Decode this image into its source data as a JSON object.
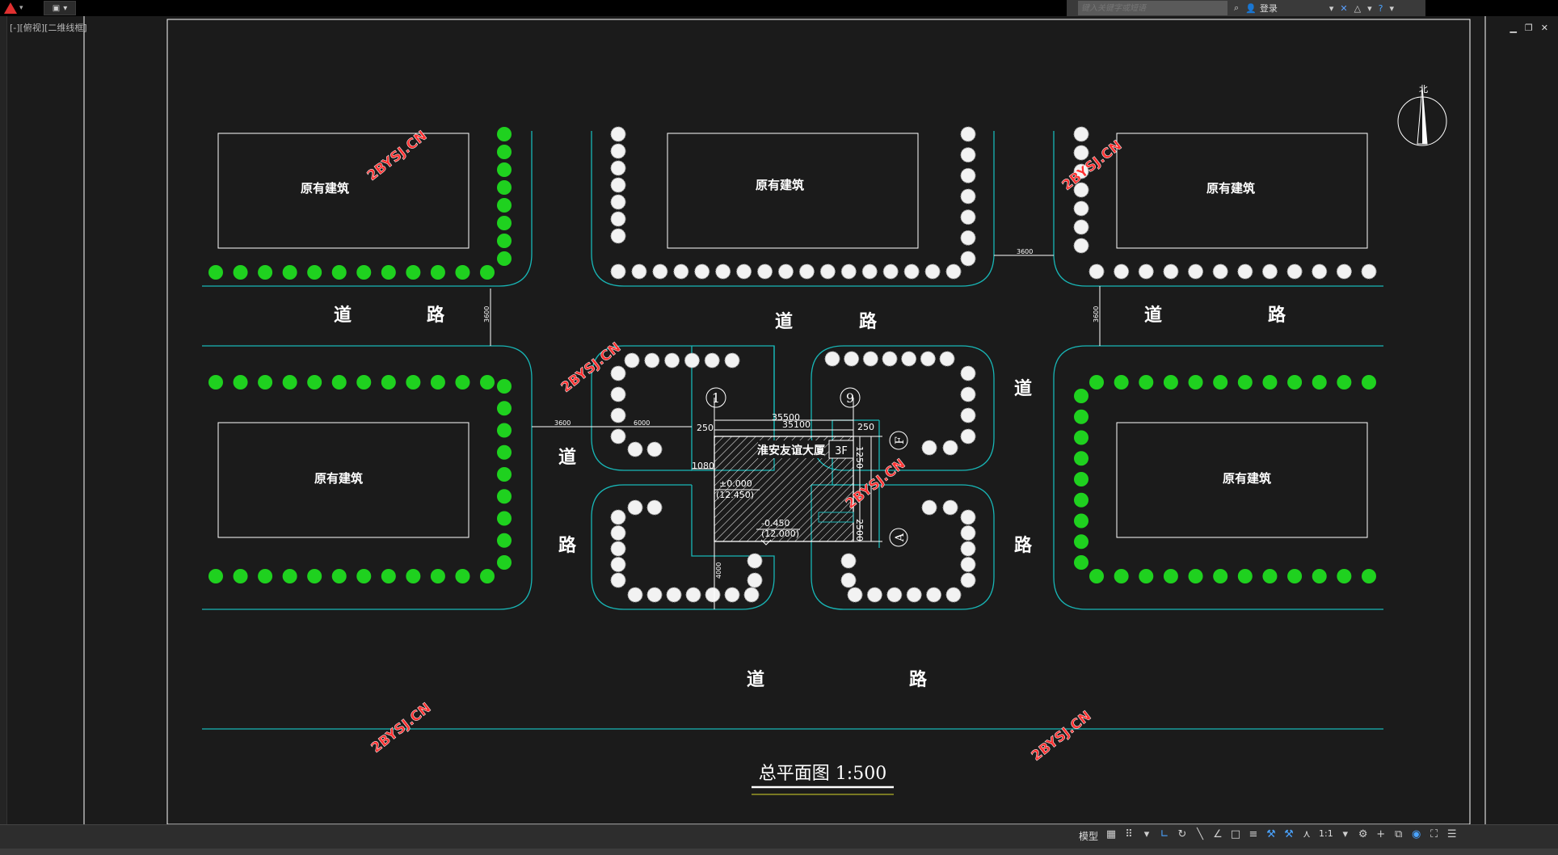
{
  "toolbar": {
    "search_placeholder": "键入关键字或短语",
    "login_label": "登录"
  },
  "viewport": {
    "label": "[-][俯视][二维线框]"
  },
  "drawing": {
    "existing_buildings": [
      "原有建筑",
      "原有建筑",
      "原有建筑",
      "原有建筑",
      "原有建筑"
    ],
    "road_dao": "道",
    "road_lu": "路",
    "main_building_name": "淮安友谊大厦",
    "floors": "3F",
    "axis_1": "1",
    "axis_9": "9",
    "axis_F": "F",
    "axis_A": "A",
    "dim_3600": "3600",
    "dim_6000": "6000",
    "dim_35500": "35500",
    "dim_35100": "35100",
    "dim_250": "250",
    "dim_1080": "1080",
    "dim_4000": "4000",
    "dim_1250": "1250",
    "dim_2500": "2500",
    "level_1": "±0.000",
    "level_1_abs": "(12.450)",
    "level_2": "-0.450",
    "level_2_abs": "(12.000)",
    "north_label": "北",
    "watermark": "2BYSJ.CN",
    "title": "总平面图 1:500"
  },
  "status": {
    "model_label": "模型",
    "scale_label": "1:1"
  },
  "colors": {
    "road": "#18b6b6",
    "tree_green": "#1fd11f",
    "tree_white": "#f2f2f2",
    "watermark": "#ff3030",
    "line": "#ffffff"
  }
}
